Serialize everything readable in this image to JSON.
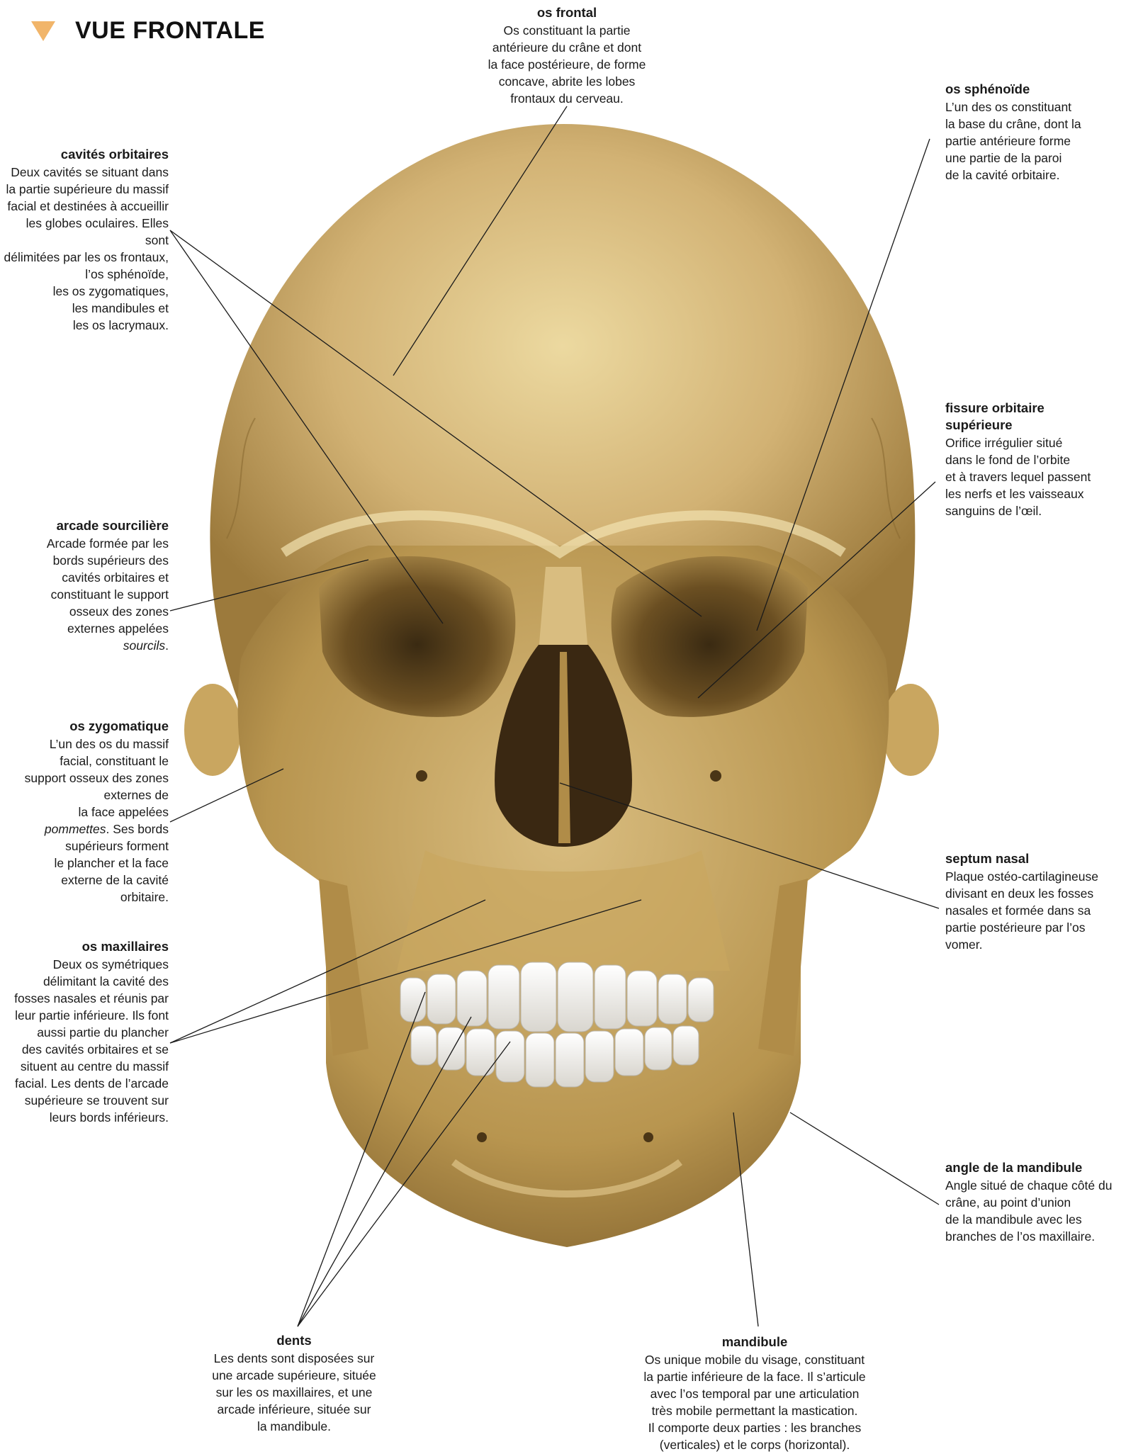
{
  "header": {
    "title": "VUE FRONTALE"
  },
  "colors": {
    "bone": "#c9a660",
    "bone_light": "#ecd9a0",
    "bone_dark": "#7a5c2c",
    "teeth": "#f5f3ee",
    "accent_triangle": "#f1b56a"
  },
  "labels": {
    "os_frontal": {
      "title": "os frontal",
      "desc": "Os constituant la partie\nantérieure du crâne et dont\nla face postérieure, de forme\nconcave, abrite les lobes\nfrontaux du cerveau."
    },
    "os_sphenoide": {
      "title": "os sphénoïde",
      "desc": "L’un des os constituant\nla base du crâne, dont la\npartie antérieure forme\nune partie de la paroi\nde la cavité orbitaire."
    },
    "cavites_orbitaires": {
      "title": "cavités orbitaires",
      "desc": "Deux cavités se situant dans\nla partie supérieure du massif\nfacial et destinées à accueillir\nles globes oculaires. Elles sont\ndélimitées par les os frontaux,\nl’os sphénoïde,\nles os zygomatiques,\nles mandibules et\nles os lacrymaux."
    },
    "fissure_orbitaire": {
      "title": "fissure orbitaire\nsupérieure",
      "desc": "Orifice irrégulier situé\ndans le fond de l’orbite\net à travers lequel passent\nles nerfs et les vaisseaux\nsanguins de l’œil."
    },
    "arcade_sourciliere": {
      "title": "arcade sourcilière",
      "desc": "Arcade formée par les\nbords supérieurs des\ncavités orbitaires et\nconstituant le support\nosseux des zones\nexternes appelées",
      "desc_italic": "sourcils",
      "desc_end": "."
    },
    "os_zygomatique": {
      "title": "os zygomatique",
      "desc": "L’un des os du massif\nfacial, constituant le\nsupport osseux des zones\nexternes de\nla face appelées",
      "desc_italic": "pommettes",
      "desc_end": ". Ses bords\nsupérieurs forment\nle plancher et la face\nexterne de la cavité\norbitaire."
    },
    "septum_nasal": {
      "title": "septum nasal",
      "desc": "Plaque ostéo-cartilagineuse\ndivisant en deux les fosses\nnasales et formée dans sa\npartie postérieure par l’os\nvomer."
    },
    "os_maxillaires": {
      "title": "os maxillaires",
      "desc": "Deux os symétriques\ndélimitant la cavité des\nfosses nasales et réunis par\nleur partie inférieure. Ils font\naussi partie du plancher\ndes cavités orbitaires et se\nsituent au centre du massif\nfacial. Les dents de l’arcade\nsupérieure se trouvent sur\nleurs bords inférieurs."
    },
    "angle_mandibule": {
      "title": "angle de la mandibule",
      "desc": "Angle situé de chaque côté du\ncrâne, au point d’union\nde la mandibule avec les\nbranches de l’os maxillaire."
    },
    "dents": {
      "title": "dents",
      "desc": "Les dents sont disposées sur\nune arcade supérieure, située\nsur les os maxillaires, et une\narcade inférieure, située sur\nla mandibule."
    },
    "mandibule": {
      "title": "mandibule",
      "desc": "Os unique mobile du visage, constituant\nla partie inférieure de la face. Il s’articule\navec l’os temporal par une articulation\ntrès mobile permettant la mastication.\nIl comporte deux parties : les branches\n(verticales) et le corps (horizontal)."
    }
  }
}
